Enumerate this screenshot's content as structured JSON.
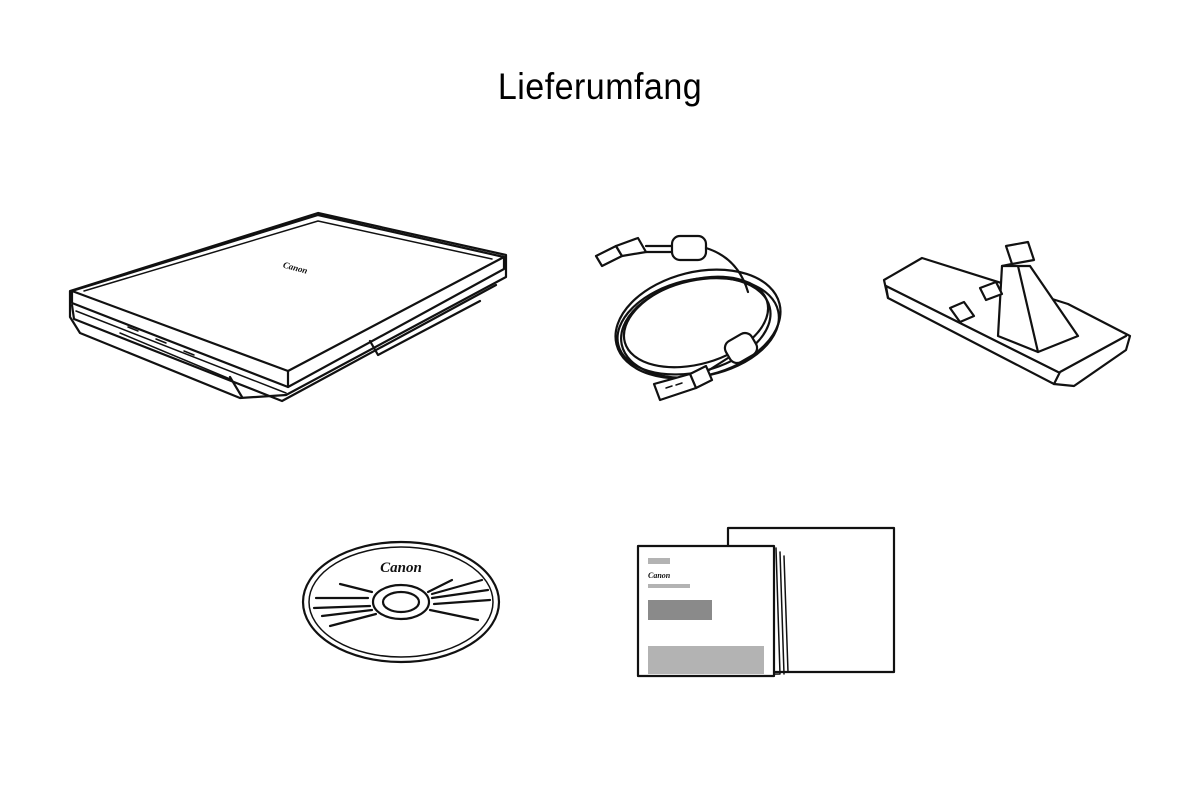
{
  "title": "Lieferumfang",
  "items": {
    "scanner": {
      "brand": "Canon"
    },
    "cable": {},
    "stand": {},
    "disc": {
      "brand": "Canon"
    },
    "manuals": {
      "brand": "Canon"
    }
  }
}
